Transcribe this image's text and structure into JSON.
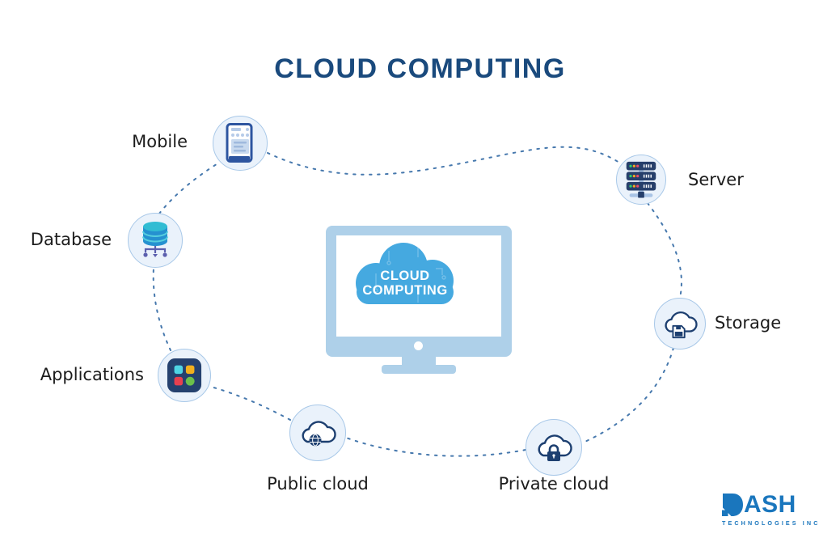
{
  "title": "CLOUD COMPUTING",
  "center_monitor": {
    "cloud_line1": "CLOUD",
    "cloud_line2": "COMPUTING"
  },
  "nodes": [
    {
      "id": "mobile",
      "label": "Mobile",
      "icon": "smartphone-icon"
    },
    {
      "id": "database",
      "label": "Database",
      "icon": "database-icon"
    },
    {
      "id": "applications",
      "label": "Applications",
      "icon": "app-grid-icon"
    },
    {
      "id": "public-cloud",
      "label": "Public cloud",
      "icon": "cloud-globe-icon"
    },
    {
      "id": "private-cloud",
      "label": "Private cloud",
      "icon": "cloud-lock-icon"
    },
    {
      "id": "storage",
      "label": "Storage",
      "icon": "cloud-disk-icon"
    },
    {
      "id": "server",
      "label": "Server",
      "icon": "server-rack-icon"
    }
  ],
  "logo": {
    "brand": "DASH",
    "brand_rest": "ASH",
    "tagline": "TECHNOLOGIES INC"
  },
  "colors": {
    "title_navy": "#1a4a7d",
    "connector_blue": "#4678ad",
    "node_fill": "#eaf2fb",
    "node_border": "#a8c8e8",
    "monitor_frame": "#aed0e9",
    "cloud_blue": "#45a9e0",
    "icon_navy": "#1d3f70",
    "logo_blue": "#1a76bd"
  }
}
